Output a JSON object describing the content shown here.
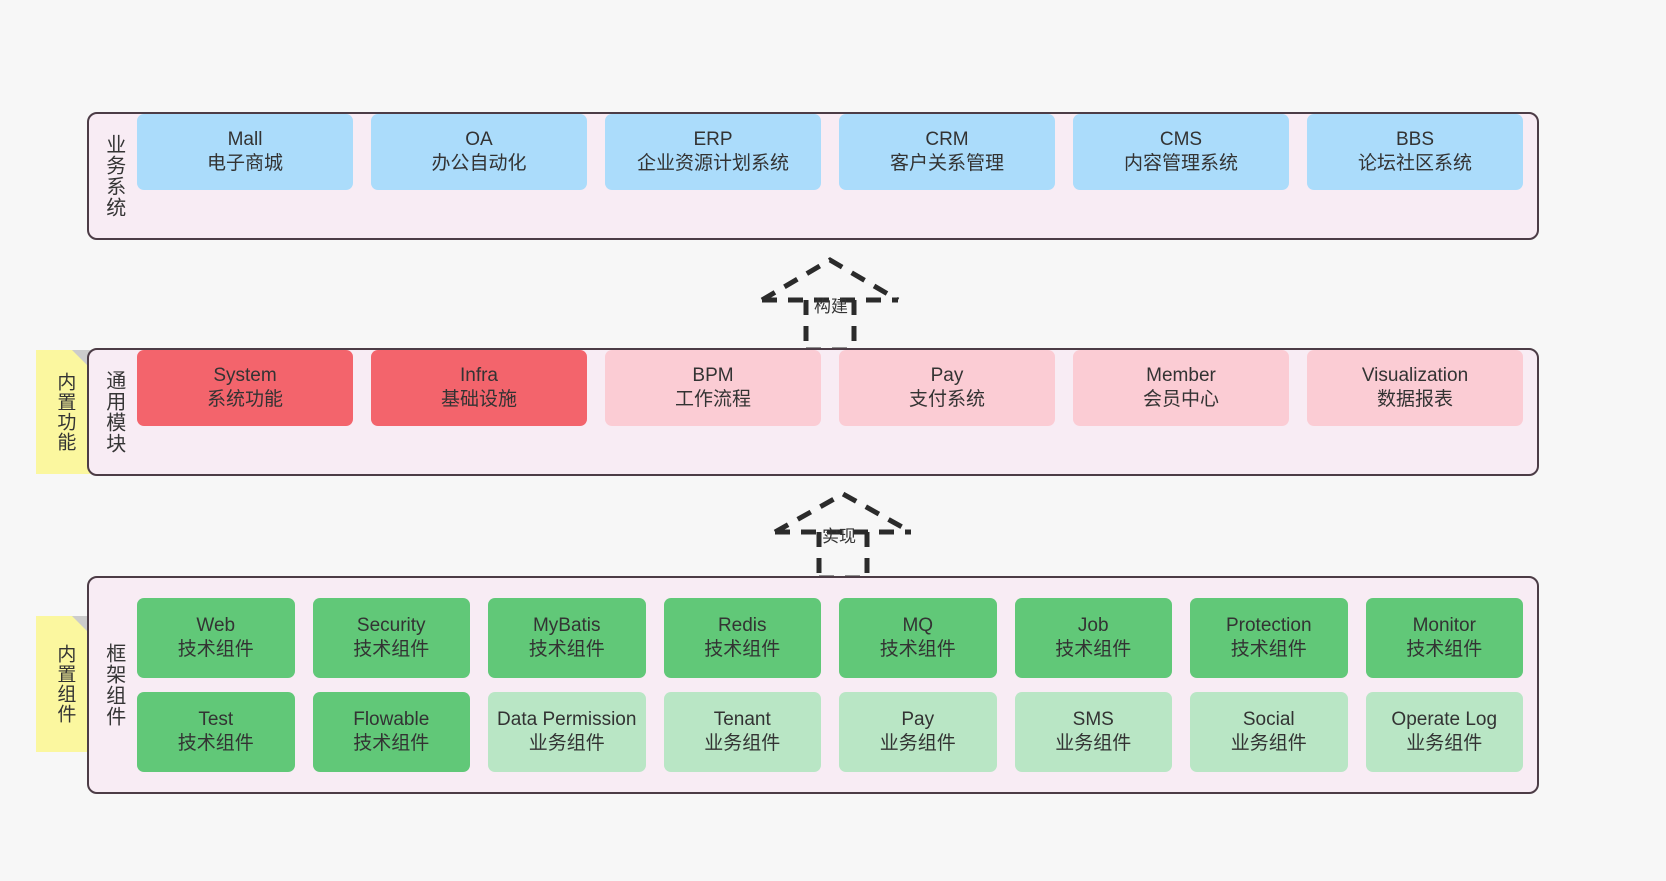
{
  "diagram": {
    "background_color": "#F7F7F7",
    "container_fill": "#F8ECF4",
    "container_border": "#4C3C46"
  },
  "layers": [
    {
      "id": "business",
      "title": "业务系统",
      "color": "#ABDCFB",
      "rows": [
        {
          "cells": [
            {
              "t1": "Mall",
              "t2": "电子商城"
            },
            {
              "t1": "OA",
              "t2": "办公自动化"
            },
            {
              "t1": "ERP",
              "t2": "企业资源计划系统"
            },
            {
              "t1": "CRM",
              "t2": "客户关系管理"
            },
            {
              "t1": "CMS",
              "t2": "内容管理系统"
            },
            {
              "t1": "BBS",
              "t2": "论坛社区系统"
            }
          ]
        }
      ]
    },
    {
      "id": "common",
      "title": "通用模块",
      "sticky": "内置功能",
      "sticky_color": "#FBF79F",
      "color_strong": "#F3646C",
      "color_weak": "#FBCCD4",
      "rows": [
        {
          "cells": [
            {
              "t1": "System",
              "t2": "系统功能"
            },
            {
              "t1": "Infra",
              "t2": "基础设施"
            },
            {
              "t1": "BPM",
              "t2": "工作流程"
            },
            {
              "t1": "Pay",
              "t2": "支付系统"
            },
            {
              "t1": "Member",
              "t2": "会员中心"
            },
            {
              "t1": "Visualization",
              "t2": "数据报表"
            }
          ]
        }
      ]
    },
    {
      "id": "framework",
      "title": "框架组件",
      "sticky": "内置组件",
      "sticky_color": "#FBF79F",
      "color_strong": "#61C878",
      "color_weak": "#B9E6C5",
      "rows": [
        {
          "cells": [
            {
              "t1": "Web",
              "t2": "技术组件"
            },
            {
              "t1": "Security",
              "t2": "技术组件"
            },
            {
              "t1": "MyBatis",
              "t2": "技术组件"
            },
            {
              "t1": "Redis",
              "t2": "技术组件"
            },
            {
              "t1": "MQ",
              "t2": "技术组件"
            },
            {
              "t1": "Job",
              "t2": "技术组件"
            },
            {
              "t1": "Protection",
              "t2": "技术组件"
            },
            {
              "t1": "Monitor",
              "t2": "技术组件"
            }
          ]
        },
        {
          "cells": [
            {
              "t1": "Test",
              "t2": "技术组件"
            },
            {
              "t1": "Flowable",
              "t2": "技术组件"
            },
            {
              "t1": "Data Permission",
              "t2": "业务组件"
            },
            {
              "t1": "Tenant",
              "t2": "业务组件"
            },
            {
              "t1": "Pay",
              "t2": "业务组件"
            },
            {
              "t1": "SMS",
              "t2": "业务组件"
            },
            {
              "t1": "Social",
              "t2": "业务组件"
            },
            {
              "t1": "Operate Log",
              "t2": "业务组件"
            }
          ]
        }
      ]
    }
  ],
  "connectors": [
    {
      "id": "build",
      "label": "构建",
      "style": "dashed-generalization"
    },
    {
      "id": "impl",
      "label": "实现",
      "style": "dashed-generalization"
    }
  ]
}
